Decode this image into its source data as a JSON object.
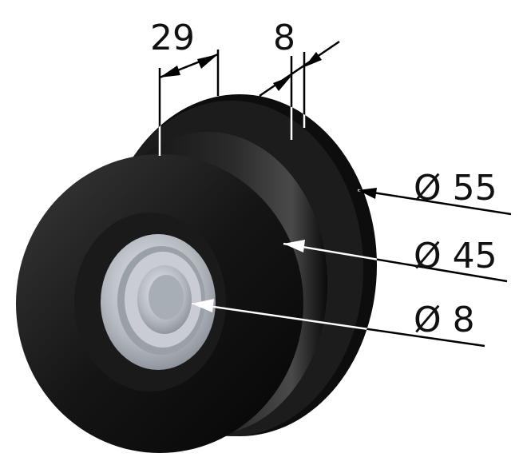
{
  "dimensions": {
    "width_groove": "29",
    "width_small": "8",
    "outer_diameter": "Ø 55",
    "groove_diameter": "Ø 45",
    "bore_diameter": "Ø 8"
  },
  "colors": {
    "wheel": "#111111",
    "bearing": "#b8bcc2",
    "lines": "#000000"
  }
}
